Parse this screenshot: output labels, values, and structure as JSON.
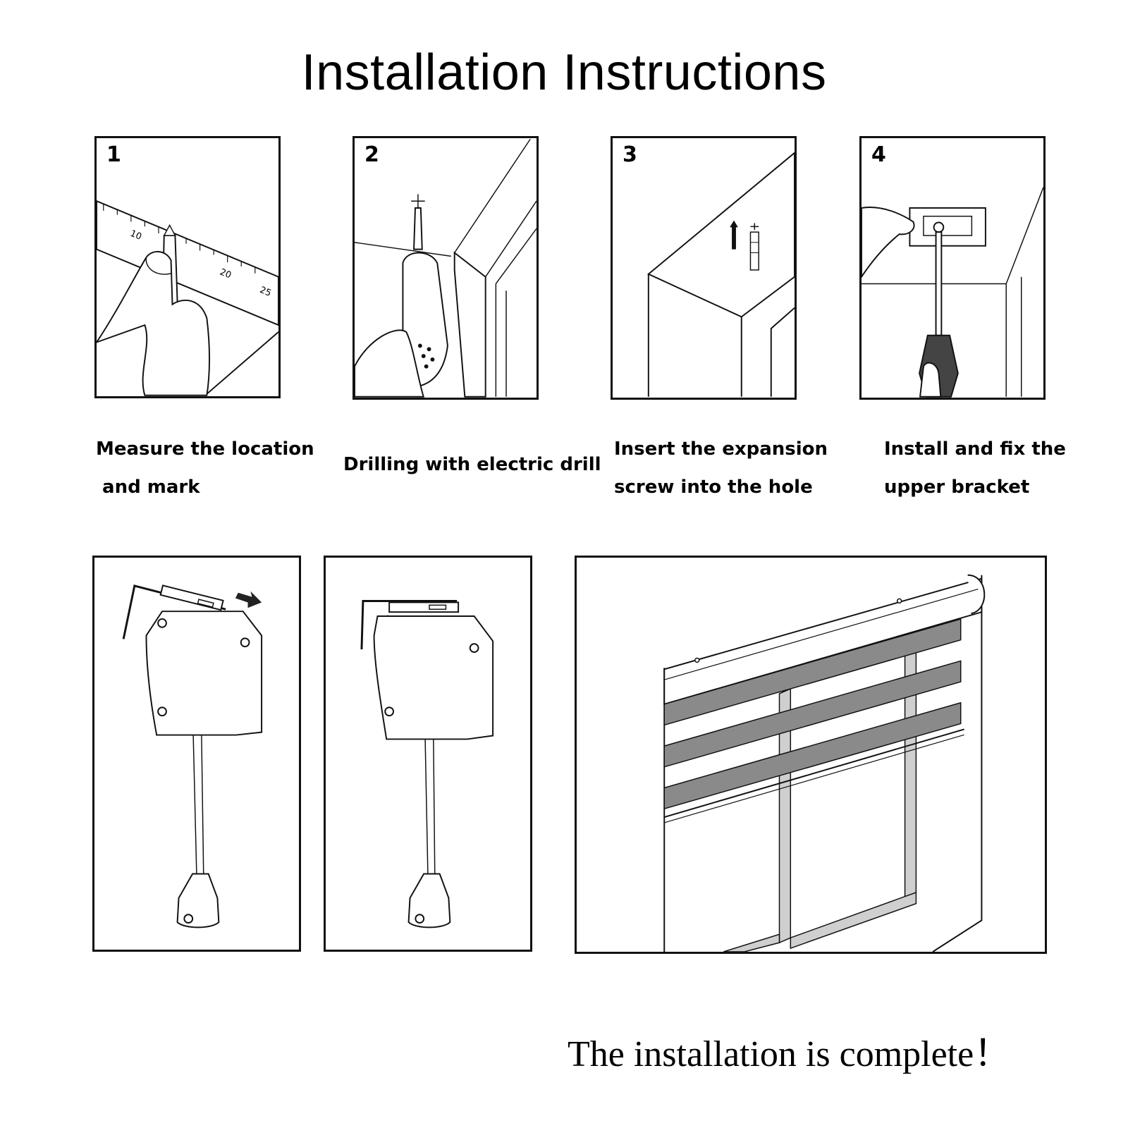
{
  "title": "Installation Instructions",
  "steps": [
    {
      "number": "1",
      "caption_line1": "Measure the location",
      "caption_line2": " and mark"
    },
    {
      "number": "2",
      "caption_line1": "Drilling with electric drill",
      "caption_line2": ""
    },
    {
      "number": "3",
      "caption_line1": "Insert the expansion",
      "caption_line2": "screw into the hole"
    },
    {
      "number": "4",
      "caption_line1": "Install and fix the",
      "caption_line2": "upper bracket"
    }
  ],
  "ruler_marks": [
    "10",
    "20",
    "25"
  ],
  "footer": "The installation is complete！",
  "colors": {
    "line": "#111111",
    "stripe": "#8a8a8a",
    "shade": "#bdbdbd"
  }
}
